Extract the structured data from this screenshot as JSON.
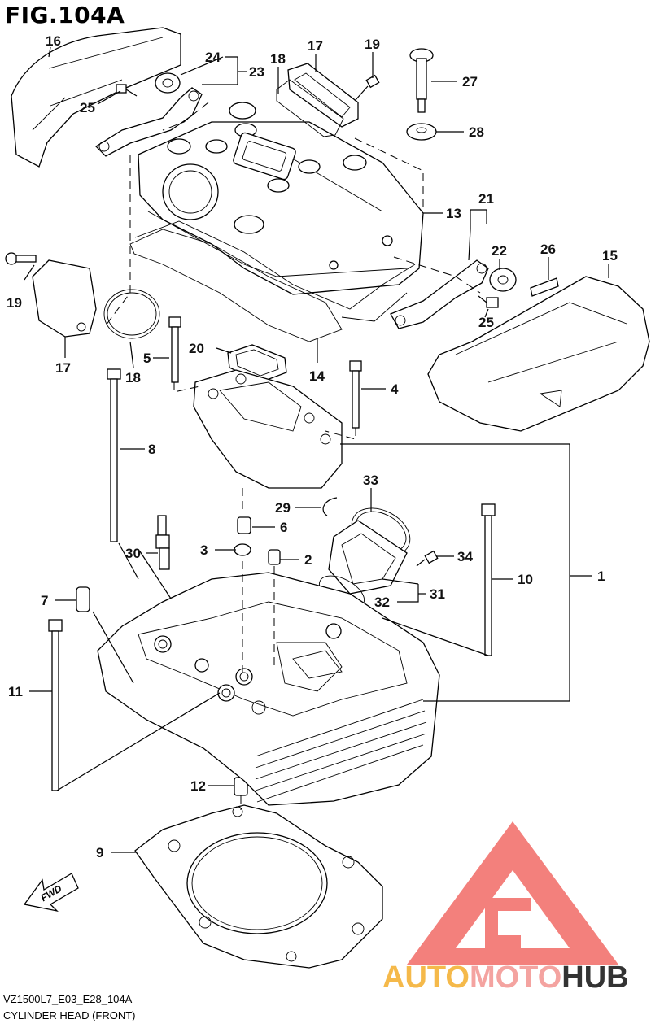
{
  "figure_title": "FIG.104A",
  "footer": {
    "model_code": "VZ1500L7_E03_E28_104A",
    "section_name": "CYLINDER HEAD (FRONT)"
  },
  "fwd_label": "FWD",
  "watermark": {
    "brand": "AUTOMOTOHUB",
    "brand_parts": [
      "AUTO",
      "MOTO",
      "HUB"
    ],
    "colors": {
      "triangle": "#f26b66",
      "auto": "#f5b94a",
      "moto": "#f4a3a0",
      "hub": "#333333"
    }
  },
  "callouts": {
    "c1": "1",
    "c2": "2",
    "c3": "3",
    "c4": "4",
    "c5": "5",
    "c6": "6",
    "c7": "7",
    "c8": "8",
    "c9": "9",
    "c10": "10",
    "c11": "11",
    "c12": "12",
    "c13": "13",
    "c14": "14",
    "c15": "15",
    "c16": "16",
    "c17a": "17",
    "c17b": "17",
    "c18a": "18",
    "c18b": "18",
    "c19a": "19",
    "c19b": "19",
    "c20": "20",
    "c21": "21",
    "c22": "22",
    "c23": "23",
    "c24": "24",
    "c25a": "25",
    "c25b": "25",
    "c26": "26",
    "c27": "27",
    "c28": "28",
    "c29": "29",
    "c30": "30",
    "c31": "31",
    "c32": "32",
    "c33": "33",
    "c34": "34"
  }
}
